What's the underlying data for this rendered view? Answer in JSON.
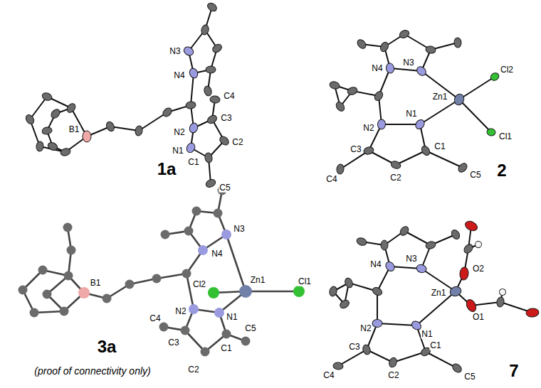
{
  "diagram": {
    "labels": [
      "B1",
      "N3",
      "N4",
      "C4",
      "C3",
      "C2",
      "N2",
      "N1",
      "C1",
      "C5",
      "1a",
      "Cl2",
      "N4",
      "N3",
      "Zn1",
      "Cl1",
      "N2",
      "N1",
      "C4",
      "C3",
      "C2",
      "C1",
      "C5",
      "2",
      "B1",
      "N3",
      "N4",
      "Cl2",
      "Zn1",
      "Cl1",
      "N2",
      "N1",
      "C4",
      "C3",
      "C2",
      "C1",
      "C5",
      "3a",
      "(proof of connectivity only)",
      "N3",
      "N4",
      "O2",
      "Zn1",
      "O1",
      "N2",
      "N1",
      "C4",
      "C3",
      "C2",
      "C1",
      "C5",
      "7"
    ]
  }
}
